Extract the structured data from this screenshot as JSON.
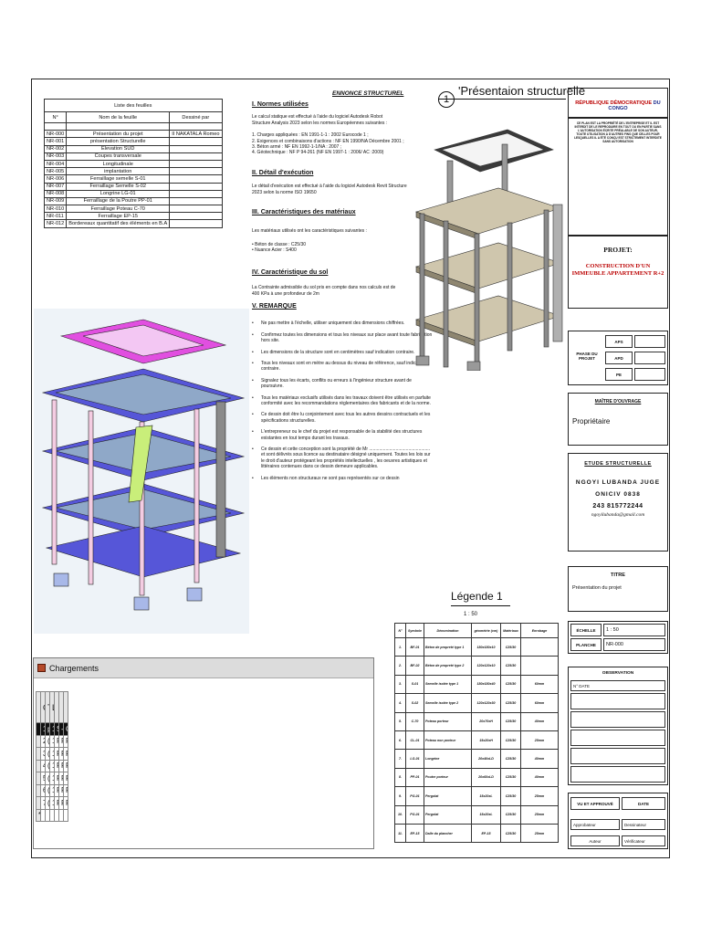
{
  "sheet_list": {
    "caption": "Liste des feuilles",
    "headers": [
      "N°",
      "Nom de la feuille",
      "Dessiné par"
    ],
    "rows": [
      [
        "NR-000",
        "Présentation du projet",
        "II NAKATALA Romeo"
      ],
      [
        "NR-001",
        "présentation Structurelle",
        ""
      ],
      [
        "NR-002",
        "Elevation SUD",
        ""
      ],
      [
        "NR-003",
        "Coupes transversale",
        ""
      ],
      [
        "NR-004",
        "Longitudinale",
        ""
      ],
      [
        "NR-005",
        "implantation",
        ""
      ],
      [
        "NR-006",
        "Ferraillage semelle S-01",
        ""
      ],
      [
        "NR-007",
        "Ferraillage Semelle S-02",
        ""
      ],
      [
        "NR-008",
        "Longrine LG-01",
        ""
      ],
      [
        "NR-009",
        "Ferraillage de la Poutre PP-01",
        ""
      ],
      [
        "NR-010",
        "Ferraillage Poteau C-70",
        ""
      ],
      [
        "NR-011",
        "Ferraillage EP-15",
        ""
      ],
      [
        "NR-012",
        "Bordereaux quantitatif des éléments en B.A",
        ""
      ]
    ]
  },
  "spec": {
    "ennonce": "ENNONCE STRUCTUREL",
    "s1_title": "I. Normes utilisées",
    "s1_text": "Le calcul statique est effectué à l'aide du logiciel Autodesk Robot Structure Analysis 2023 selon les normes Européennes suivantes :",
    "s1_items": [
      "1.     Charges appliquées : EN 1991-1-1 : 2002 Eurocode 1 ;",
      "2.     Exigences et combinaisons d'actions : NF EN 1990/NA Décembre 2001 ;",
      "3.     Béton armé : NF EN 1992-1-1/NA : 2007 ;",
      "4.     Géotechnique : NF P 94-261 (NF EN 1997-1 : 2006/ AC :2009)"
    ],
    "s2_title": "II. Détail d'exécution",
    "s2_text": "Le détail d'exécution est effectué à l'aide du logiciel Autodesk Revit Structure 2023 selon la norme ISO 19650",
    "s3_title": "III. Caractéristiques des matériaux",
    "s3_text": "Les matériaux utilisés ont les caractéristiques suivantes :",
    "s3_items": [
      "•        Béton de classe                 : C25/30",
      "•        Nuance Acier                     : S400"
    ],
    "s4_title": "IV. Caractéristique du sol",
    "s4_text": "La Contrainte admissible du sol pris en compte dans nos calculs est de 400 KPa à une profondeur de 2m",
    "s5_title": "V. REMARQUE",
    "s5_items": [
      "Ne pas mettre à l'échelle, utiliser uniquement des dimensions chiffrées.",
      "Confirmez toutes les dimensions et tous les niveaux sur place avant toute fabrication hors site.",
      "Les dimensions de la structure sont en centimètres sauf indication contraire.",
      "Tous les niveaux sont en mètre au dessus du niveau de référence, sauf indication contraire.",
      "Signalez tous les écarts, conflits ou erreurs à l'ingénieur structure avant de poursuivre.",
      "Tous les matériaux exclusifs utilisés dans les travaux doivent être utilisés en parfaite conformité avec les recommandations réglementaires des fabricants et de la norme.",
      "Ce dessin doit être lu conjointement avec tous les autres dessins contractuels et les spécifications structurelles.",
      "L'entrepreneur ou le chef du projet  est responsable de la stabilité des structures existantes en tout temps durant les travaux.",
      "Ce dessin et cette conception sont la propriété de Mr ................................................ et sont délivrés sous licence au destinataire désigné uniquement. Toutes les lois sur le droit d'auteur protégeant les propriétés intellectuelles , les oeuvres artistiques et littéraires contenues dans ce dessin demeure applicables.",
      "Les éléments  non structuraux ne sont pas représentés sur ce dessin"
    ]
  },
  "presentation": {
    "num": "1",
    "title": "'Présentaion structurelle"
  },
  "title_block": {
    "republique_red": "RÉPUBLIQUE DÉMOCRATIQUE",
    "republique_blue": "DU CONGO",
    "notice": "CE PLAN EST LA PROPRIÉTÉ DE L'ENTREPRISE ET IL EST INTERDIT DE LE REPRODUIRE EN TOUT OU EN PARTIE SANS L'AUTORISATION ÉCRITE PRÉALABLE DE SON AUTEUR, TOUTE UTILISATION À D'AUTRES FINS QUE CELLES POUR LESQUELLES IL A ÉTÉ CONÇU EST STRICTEMENT INTERDITE SANS AUTORISATION",
    "projet_label": "PROJET:",
    "projet_value": "CONSTRUCTION D'UN IMMEUBLE APPARTEMENT R+2",
    "phase_label": "PHASE DU PROJET",
    "phases": [
      "APS",
      "APD",
      "PE"
    ],
    "moa_label": "MAÎTRE D'OUVRAGE",
    "moa_value": "Propriétaire",
    "etude_label": "ETUDE STRUCTURELLE",
    "etude_name": "NGOYI LUBANDA JUGE",
    "etude_reg": "ONICIV 0838",
    "etude_phone": "243 815772244",
    "etude_email": "ngoyilubanda@gmail.com",
    "titre_label": "TITRE",
    "titre_value": "Présentation du projet",
    "echelle_label": "ÉCHELLE",
    "echelle_value": "1 : 50",
    "planche_label": "PLANCHE",
    "planche_value": "NR-000",
    "obs_label": "OBSERVATION",
    "obs_date": "N°  DATE",
    "vu_label": "VU ET APPROUVÉ",
    "vu_date": "DATE",
    "vu_rows": [
      [
        "Approbateur",
        "Dessinateur"
      ],
      [
        "Auteur",
        "Vérificateur"
      ]
    ]
  },
  "legend": {
    "title": "Légende 1",
    "scale": "1 : 50",
    "headers": [
      "N°",
      "Symbole",
      "Dénomination",
      "géométrie (cm)",
      "Matériaux",
      "Enrobage"
    ],
    "rows": [
      [
        "1.",
        "BF-01",
        "Béton de propreté type 1",
        "180x180x10",
        "C25/30",
        ""
      ],
      [
        "2.",
        "BF-02",
        "Béton de propreté type 2",
        "120x120x10",
        "C25/30",
        ""
      ],
      [
        "3.",
        "S-01",
        "Semelle isolée type 1",
        "180x180x40",
        "C25/30",
        "60mm"
      ],
      [
        "4.",
        "S-02",
        "Semelle isolée type 2",
        "120x120x30",
        "C25/30",
        "60mm"
      ],
      [
        "5.",
        "C-70",
        "Poteau porteur",
        "20x70xH",
        "C25/30",
        "40mm"
      ],
      [
        "6.",
        "CL-01",
        "Poteau non porteur",
        "15x20xH",
        "C25/30",
        "25mm"
      ],
      [
        "7.",
        "LG-01",
        "Longrine",
        "20x40xLD",
        "C25/30",
        "40mm"
      ],
      [
        "8.",
        "PP-01",
        "Poutre porteur",
        "20x60xLD",
        "C25/30",
        "40mm"
      ],
      [
        "9.",
        "PG-01",
        "Pergolat",
        "15x20xL",
        "C25/30",
        "25mm"
      ],
      [
        "10.",
        "PG-01",
        "Pergolat",
        "15x20xL",
        "C25/30",
        "25mm"
      ],
      [
        "11.",
        "EP-15",
        "Dalle du plancher",
        "EP-15",
        "C25/30",
        "25mm"
      ]
    ]
  },
  "chargements": {
    "title": "Chargements",
    "headers": [
      "Cas",
      "Type de charge",
      "Liste",
      "Structure entiè",
      "-Z",
      "Coef=1,00"
    ],
    "rows": [
      [
        "1:Poids propre",
        "poids propre",
        "1A183",
        "Structure entiè",
        "-Z",
        "Coef=1,00"
      ],
      [
        "2:Poids de mur",
        "(EF) surfacique uniforme",
        "139A158",
        "PX=0,0",
        "PY=0,0",
        "PZ=-1,36"
      ],
      [
        "3:Poids de revetement",
        "(EF) surfacique uniforme",
        "139A183",
        "PX=0,0",
        "PY=0,0",
        "PZ=-0,60"
      ],
      [
        "4:charge sur dalle courante",
        "(EF) surfacique uniforme",
        "139 143A145 1",
        "PX=0,0",
        "PY=0,0",
        "PZ=-1,50"
      ],
      [
        "5:charge sur dalle balcon",
        "(EF) surfacique uniforme",
        "140A142 146A",
        "PX=0,0",
        "PY=0,0",
        "PZ=-3,50"
      ],
      [
        "6:charge sur dalle escalier",
        "(EF) surfacique uniforme",
        "176A183",
        "PX=0,0",
        "PY=0,0",
        "PZ=-2,50"
      ],
      [
        "7:charge sur dalle toiture",
        "(EF) surfacique uniforme",
        "163A172 175",
        "PX=0,0",
        "PY=0,0",
        "PZ=-0,80"
      ],
      [
        "",
        "",
        "",
        "",
        "",
        ""
      ]
    ],
    "row_marker": "*"
  }
}
